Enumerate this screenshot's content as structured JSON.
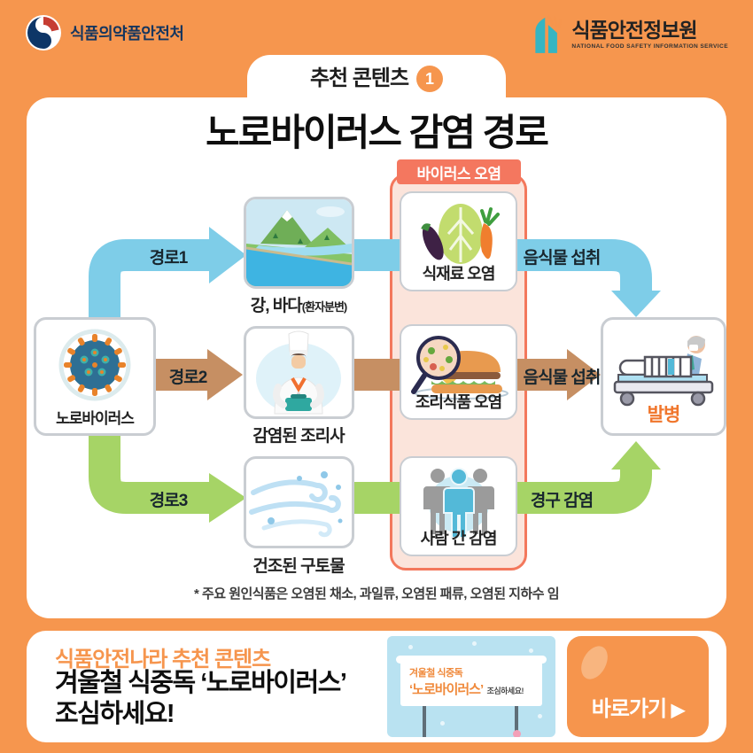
{
  "header": {
    "mfds_logo": "식품의약품안전처",
    "nfsi_logo": "식품안전정보원",
    "nfsi_logo_sub": "NATIONAL FOOD SAFETY INFORMATION SERVICE",
    "tab_label": "추천 콘텐츠",
    "tab_number": "1",
    "title": "노로바이러스 감염 경로"
  },
  "diagram": {
    "source_label": "노로바이러스",
    "center_header": "바이러스 오염",
    "route1": {
      "label": "경로1",
      "node1": "강, 바다",
      "node1_sub": "(환자분변)",
      "node2": "식재료 오염",
      "arrow_out": "음식물 섭취"
    },
    "route2": {
      "label": "경로2",
      "node1": "감염된 조리사",
      "node2": "조리식품 오염",
      "arrow_out": "음식물 섭취"
    },
    "route3": {
      "label": "경로3",
      "node1": "건조된 구토물",
      "node2": "사람 간 감염",
      "arrow_out": "경구 감염"
    },
    "outcome_label": "발병",
    "footnote": "*  주요 원인식품은 오염된 채소, 과일류, 오염된 패류, 오염된 지하수 임"
  },
  "footer": {
    "eyebrow": "식품안전나라 추천 콘텐츠",
    "headline1": "겨울철 식중독 ‘노로바이러스’",
    "headline2": "조심하세요!",
    "thumb_tag": "겨울철 식중독",
    "thumb_title": "‘노로바이러스’",
    "thumb_suffix": "조심하세요!",
    "cta": "바로가기",
    "cta_arrow": "▶"
  },
  "colors": {
    "background": "#F6964E",
    "route1_blue": "#7ECDE8",
    "route2_tan": "#C68F63",
    "route3_green": "#A6D466",
    "contamination_bg": "#FBE4DB",
    "contamination_border": "#F3785C",
    "badge_bg": "#F4775F",
    "outcome_text": "#F0762C",
    "accent_orange": "#F6954D",
    "thumb_bg": "#B9E2F1"
  }
}
